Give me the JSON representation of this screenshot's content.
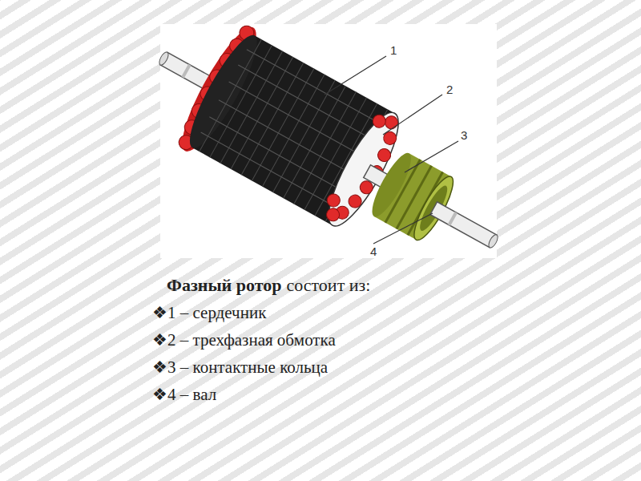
{
  "diagram": {
    "labels": [
      "1",
      "2",
      "3",
      "4",
      "Фазный ротор",
      "состоит из:",
      "❖1 – сердечник",
      "❖2 – трехфазная обмотка",
      "❖3 – контактные кольца",
      "❖4 – вал"
    ]
  }
}
